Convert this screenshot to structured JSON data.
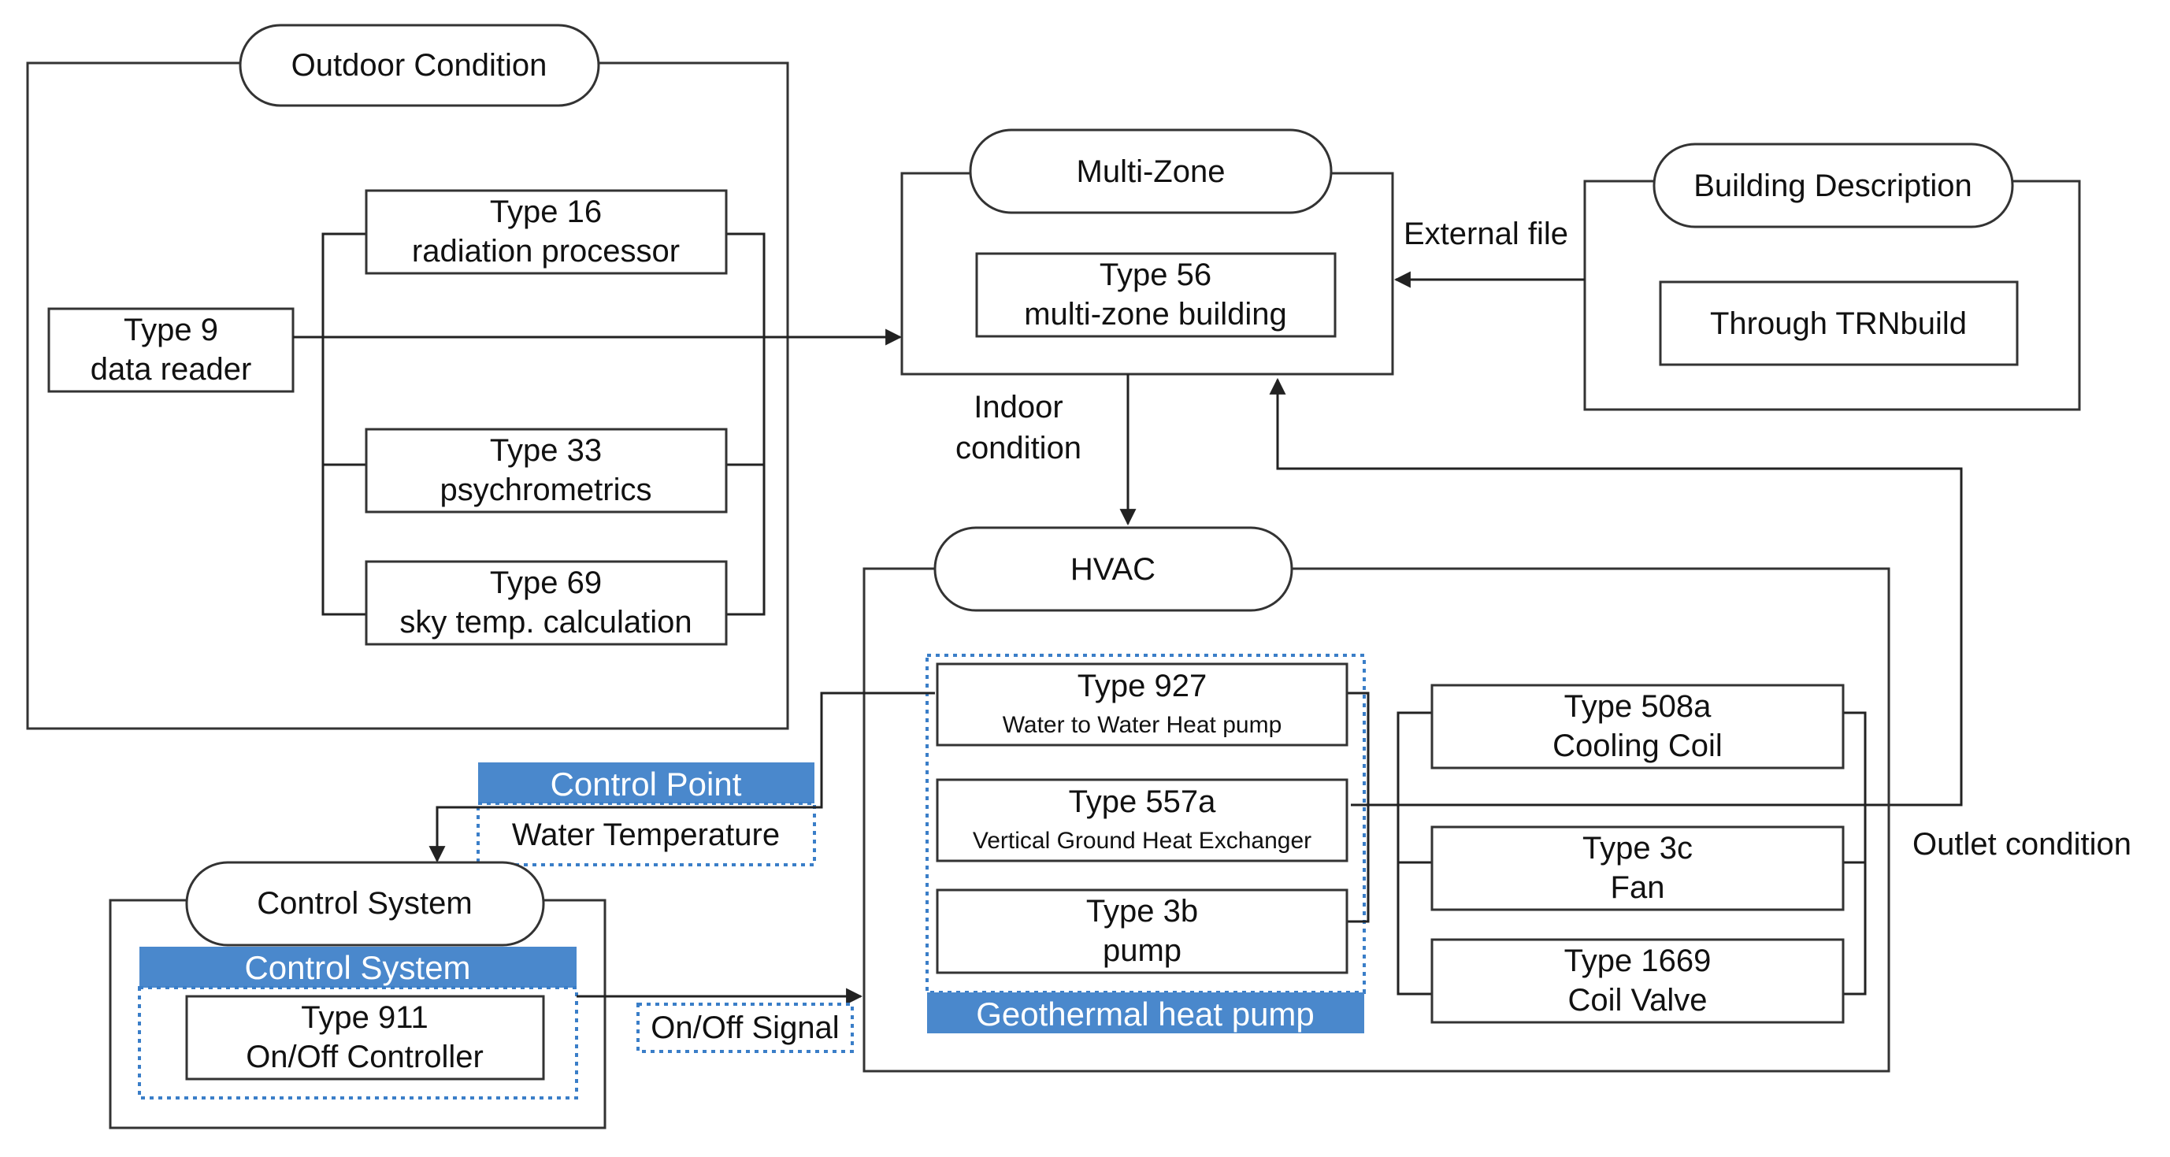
{
  "colors": {
    "accent_blue": "#4a88cc",
    "dotted_border": "#3a7ec8",
    "line": "#222222"
  },
  "outdoor": {
    "title": "Outdoor Condition",
    "type9": [
      "Type 9",
      "data reader"
    ],
    "type16": [
      "Type 16",
      "radiation processor"
    ],
    "type33": [
      "Type 33",
      "psychrometrics"
    ],
    "type69": [
      "Type 69",
      "sky temp. calculation"
    ]
  },
  "multizone": {
    "title": "Multi-Zone",
    "type56": [
      "Type 56",
      "multi-zone building"
    ]
  },
  "building": {
    "title": "Building Description",
    "item": "Through TRNbuild"
  },
  "labels": {
    "external_file": "External file",
    "indoor": [
      "Indoor",
      "condition"
    ],
    "outlet": "Outlet condition",
    "onoff": "On/Off Signal"
  },
  "hvac": {
    "title": "HVAC",
    "type927": [
      "Type 927",
      "Water to Water Heat pump"
    ],
    "type557a": [
      "Type 557a",
      "Vertical Ground Heat Exchanger"
    ],
    "type3b": [
      "Type 3b",
      "pump"
    ],
    "geo_label": "Geothermal heat pump",
    "type508a": [
      "Type 508a",
      "Cooling Coil"
    ],
    "type3c": [
      "Type 3c",
      "Fan"
    ],
    "type1669": [
      "Type 1669",
      "Coil Valve"
    ]
  },
  "controlpoint": {
    "header": "Control Point",
    "text": "Water Temperature"
  },
  "control": {
    "title": "Control System",
    "header": "Control System",
    "type911": [
      "Type 911",
      "On/Off Controller"
    ]
  }
}
